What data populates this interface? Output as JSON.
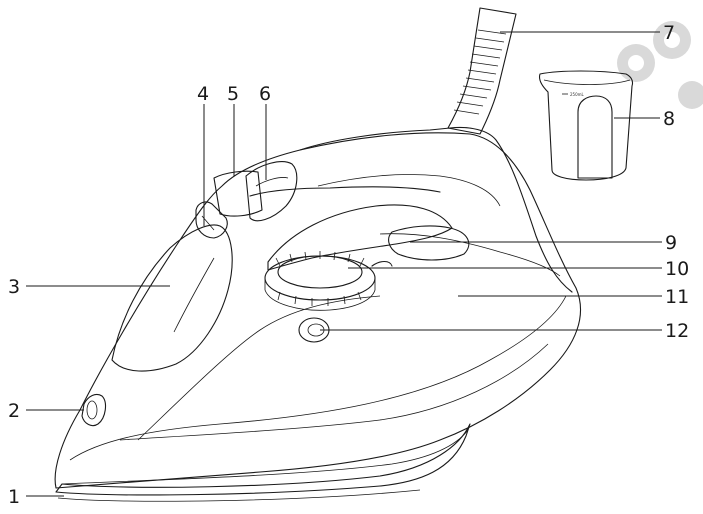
{
  "callouts": [
    {
      "id": "1",
      "label": "1"
    },
    {
      "id": "2",
      "label": "2"
    },
    {
      "id": "3",
      "label": "3"
    },
    {
      "id": "4",
      "label": "4"
    },
    {
      "id": "5",
      "label": "5"
    },
    {
      "id": "6",
      "label": "6"
    },
    {
      "id": "7",
      "label": "7"
    },
    {
      "id": "8",
      "label": "8"
    },
    {
      "id": "9",
      "label": "9"
    },
    {
      "id": "10",
      "label": "10"
    },
    {
      "id": "11",
      "label": "11"
    },
    {
      "id": "12",
      "label": "12"
    }
  ],
  "measuring_cup": {
    "capacity_mark": "250mL"
  },
  "colors": {
    "line": "#1a1a1a",
    "background": "#ffffff",
    "watermark": "#d9d9d9"
  }
}
